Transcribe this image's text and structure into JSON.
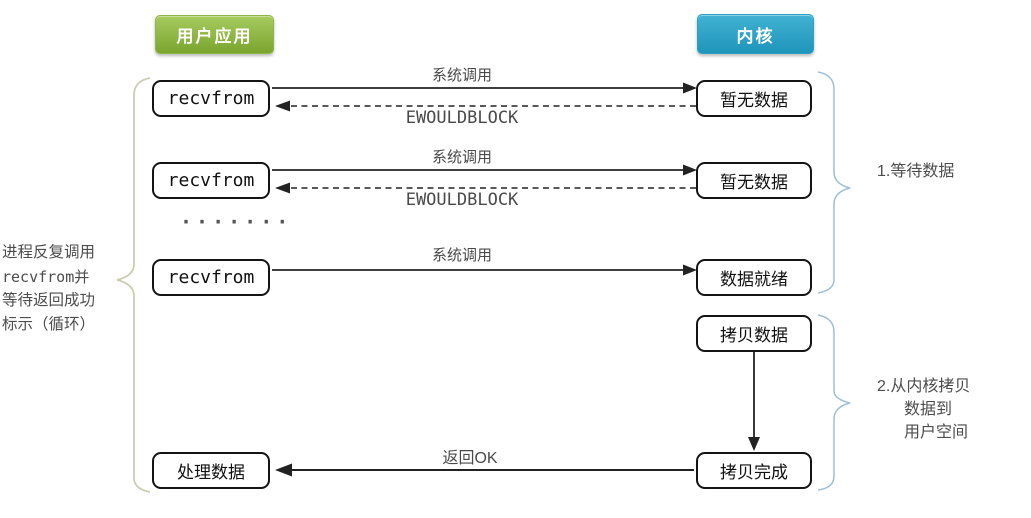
{
  "headers": {
    "user_app": "用户应用",
    "kernel": "内核"
  },
  "left_note": {
    "line1": "进程反复调用",
    "line2": "recvfrom并",
    "line3": "等待返回成功",
    "line4": "标示（循环）"
  },
  "rows": [
    {
      "left": "recvfrom",
      "right": "暂无数据",
      "top_label": "系统调用",
      "bottom_label": "EWOULDBLOCK"
    },
    {
      "left": "recvfrom",
      "right": "暂无数据",
      "top_label": "系统调用",
      "bottom_label": "EWOULDBLOCK"
    },
    {
      "left": "recvfrom",
      "right": "数据就绪",
      "top_label": "系统调用"
    }
  ],
  "ellipsis": "·······",
  "copy_box": "拷贝数据",
  "bottom_row": {
    "left": "处理数据",
    "right": "拷贝完成",
    "label": "返回OK"
  },
  "annotations": {
    "step1": "1.等待数据",
    "step2_line1": "2.从内核拷贝",
    "step2_line2": "数据到",
    "step2_line3": "用户空间"
  },
  "colors": {
    "green_top": "#a6cb60",
    "green_bottom": "#7aa52e",
    "green_border": "#8fb545",
    "blue_top": "#41b2d3",
    "blue_bottom": "#1f95ba",
    "blue_border": "#2da0c4",
    "box_border": "#141414",
    "arrow": "#222222",
    "label_text": "#4a4a4a",
    "note_text": "#4d4d4d",
    "brace_left": "#cdcdb4",
    "brace_right": "#9fbfd6"
  }
}
